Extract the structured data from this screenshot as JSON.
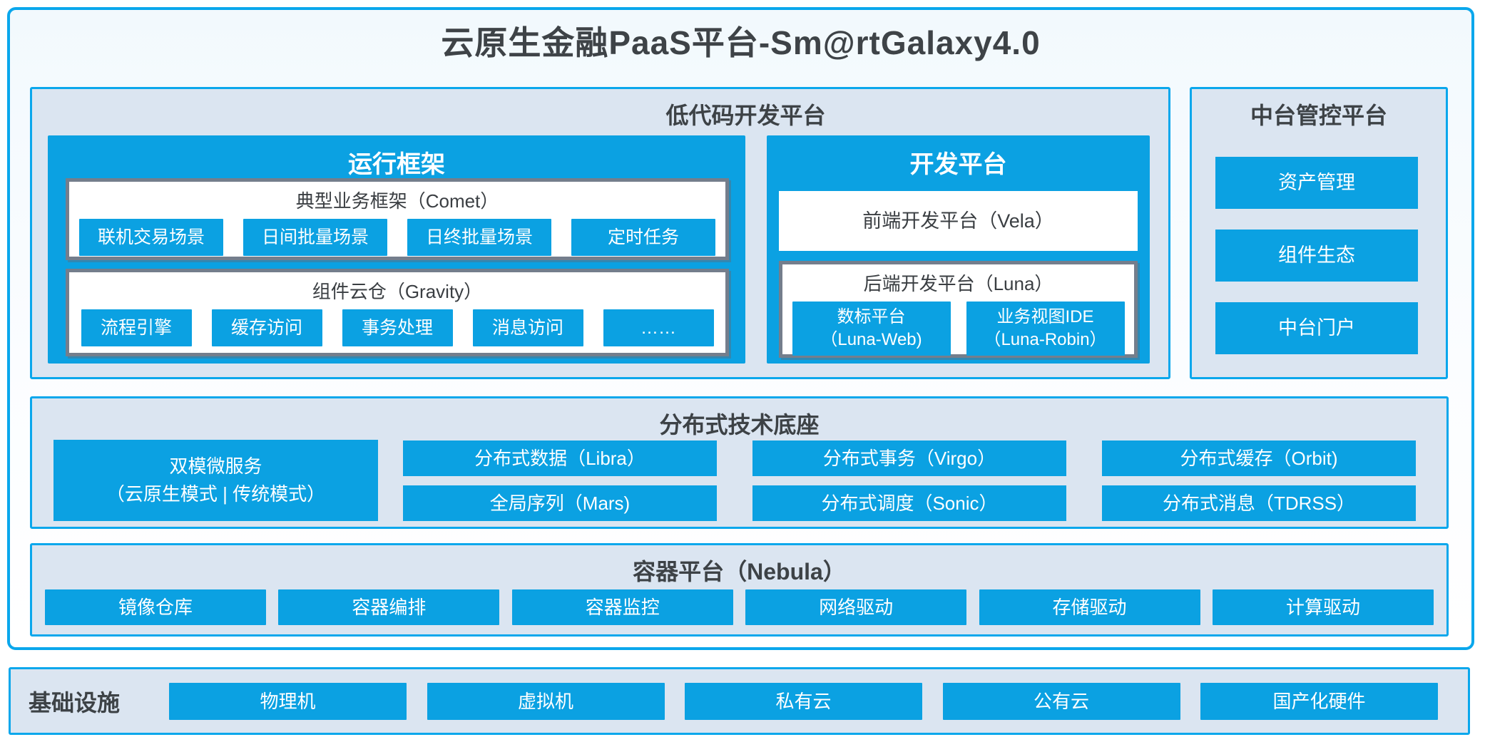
{
  "title": "云原生金融PaaS平台-Sm@rtGalaxy4.0",
  "colors": {
    "accent_blue": "#0ba1e2",
    "border_cyan": "#0aa7ec",
    "panel_bg": "#dbe5f1",
    "gray_border": "#747e8c",
    "dark_text": "#3d4246"
  },
  "lowcode": {
    "title": "低代码开发平台",
    "runtime": {
      "title": "运行框架",
      "comet": {
        "title": "典型业务框架（Comet）",
        "items": [
          "联机交易场景",
          "日间批量场景",
          "日终批量场景",
          "定时任务"
        ]
      },
      "gravity": {
        "title": "组件云仓（Gravity）",
        "items": [
          "流程引擎",
          "缓存访问",
          "事务处理",
          "消息访问",
          "……"
        ]
      }
    },
    "dev": {
      "title": "开发平台",
      "vela": "前端开发平台（Vela）",
      "luna": {
        "title": "后端开发平台（Luna）",
        "items": [
          {
            "line1": "数标平台",
            "line2": "（Luna-Web)"
          },
          {
            "line1": "业务视图IDE",
            "line2": "（Luna-Robin）"
          }
        ]
      }
    }
  },
  "middleplatform": {
    "title": "中台管控平台",
    "items": [
      "资产管理",
      "组件生态",
      "中台门户"
    ]
  },
  "distributed": {
    "title": "分布式技术底座",
    "dual": {
      "line1": "双模微服务",
      "line2": "（云原生模式 | 传统模式）"
    },
    "grid": [
      [
        "分布式数据（Libra）",
        "全局序列（Mars)"
      ],
      [
        "分布式事务（Virgo）",
        "分布式调度（Sonic）"
      ],
      [
        "分布式缓存（Orbit)",
        "分布式消息（TDRSS）"
      ]
    ]
  },
  "container": {
    "title": "容器平台（Nebula）",
    "items": [
      "镜像仓库",
      "容器编排",
      "容器监控",
      "网络驱动",
      "存储驱动",
      "计算驱动"
    ]
  },
  "infrastructure": {
    "title": "基础设施",
    "items": [
      "物理机",
      "虚拟机",
      "私有云",
      "公有云",
      "国产化硬件"
    ]
  }
}
